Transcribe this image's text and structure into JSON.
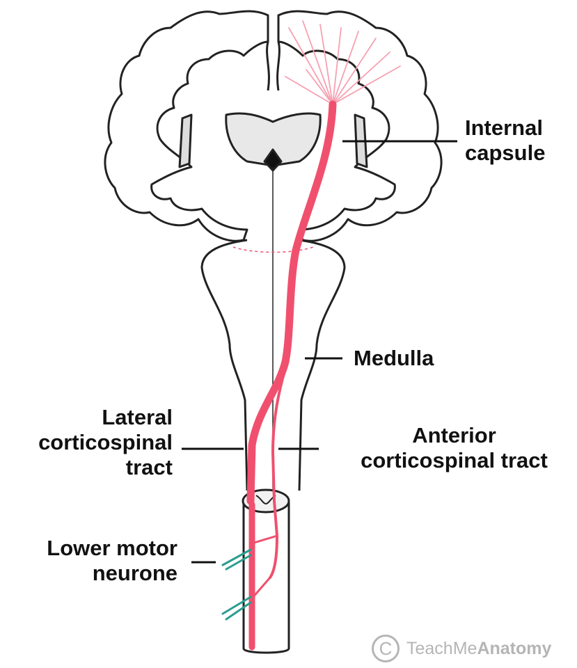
{
  "labels": {
    "internal_capsule": [
      "Internal",
      "capsule"
    ],
    "medulla": "Medulla",
    "lateral_tract": [
      "Lateral",
      "corticospinal",
      "tract"
    ],
    "anterior_tract": [
      "Anterior",
      "corticospinal tract"
    ],
    "lower_motor_neurone": [
      "Lower motor",
      "neurone"
    ]
  },
  "watermark": {
    "symbol": "C",
    "brand_regular": "TeachMe",
    "brand_bold": "Anatomy"
  },
  "colors": {
    "tract": "#f0506e",
    "tract_light": "#f7a0b1",
    "neurone": "#2a9d8f",
    "outline": "#222222",
    "watermark": "#b5b5b5"
  }
}
